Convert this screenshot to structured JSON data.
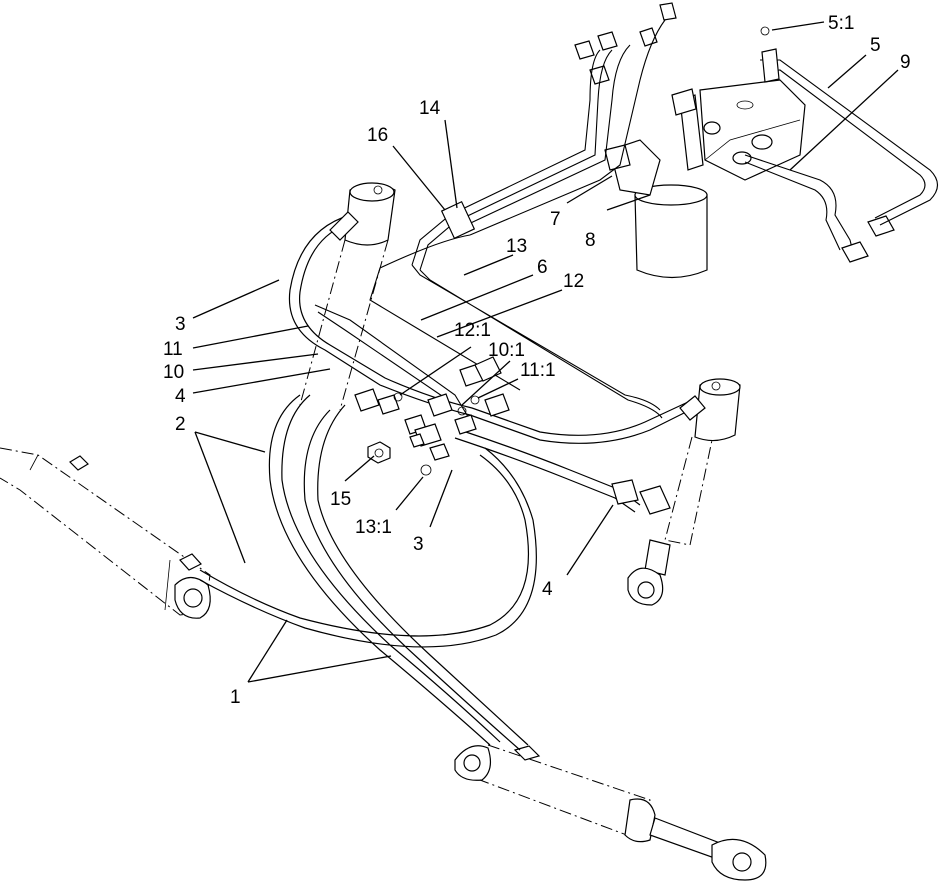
{
  "diagram": {
    "callouts": [
      {
        "id": "c-5-1",
        "text": "5:1"
      },
      {
        "id": "c-5",
        "text": "5"
      },
      {
        "id": "c-9",
        "text": "9"
      },
      {
        "id": "c-14",
        "text": "14"
      },
      {
        "id": "c-16",
        "text": "16"
      },
      {
        "id": "c-7",
        "text": "7"
      },
      {
        "id": "c-8",
        "text": "8"
      },
      {
        "id": "c-13",
        "text": "13"
      },
      {
        "id": "c-6",
        "text": "6"
      },
      {
        "id": "c-12",
        "text": "12"
      },
      {
        "id": "c-3-top",
        "text": "3"
      },
      {
        "id": "c-11",
        "text": "11"
      },
      {
        "id": "c-10",
        "text": "10"
      },
      {
        "id": "c-4-left",
        "text": "4"
      },
      {
        "id": "c-12-1",
        "text": "12:1"
      },
      {
        "id": "c-10-1",
        "text": "10:1"
      },
      {
        "id": "c-11-1",
        "text": "11:1"
      },
      {
        "id": "c-2",
        "text": "2"
      },
      {
        "id": "c-15",
        "text": "15"
      },
      {
        "id": "c-13-1",
        "text": "13:1"
      },
      {
        "id": "c-3-bottom",
        "text": "3"
      },
      {
        "id": "c-4-right",
        "text": "4"
      },
      {
        "id": "c-1",
        "text": "1"
      }
    ]
  }
}
